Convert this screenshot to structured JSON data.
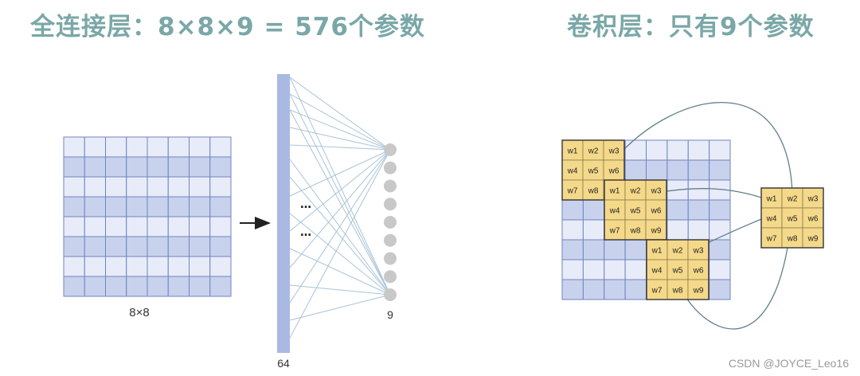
{
  "left_panel": {
    "title": "全连接层：8×8×9 = 576个参数",
    "input_label": "8×8",
    "input_rows": 8,
    "input_cols": 8,
    "flatten_label": "64",
    "output_label": "9",
    "output_nodes": 9,
    "ellipsis": "…"
  },
  "right_panel": {
    "title": "卷积层：只有9个参数",
    "kernel_labels": [
      "w1",
      "w2",
      "w3",
      "w4",
      "w5",
      "w6",
      "w7",
      "w8",
      "w9"
    ],
    "grid_rows": 8,
    "grid_cols": 8
  },
  "colors": {
    "title": "#7aa7a7",
    "cell_light": "#e8ecf8",
    "cell_dark": "#c9d2ec",
    "grid_line": "#6f83c2",
    "bar": "#aab9e3",
    "node": "#c8c8c8",
    "edge": "#a9c4d7",
    "kernel_fill": "#f5d98a",
    "kernel_border": "#333333"
  },
  "watermark": "CSDN @JOYCE_Leo16"
}
